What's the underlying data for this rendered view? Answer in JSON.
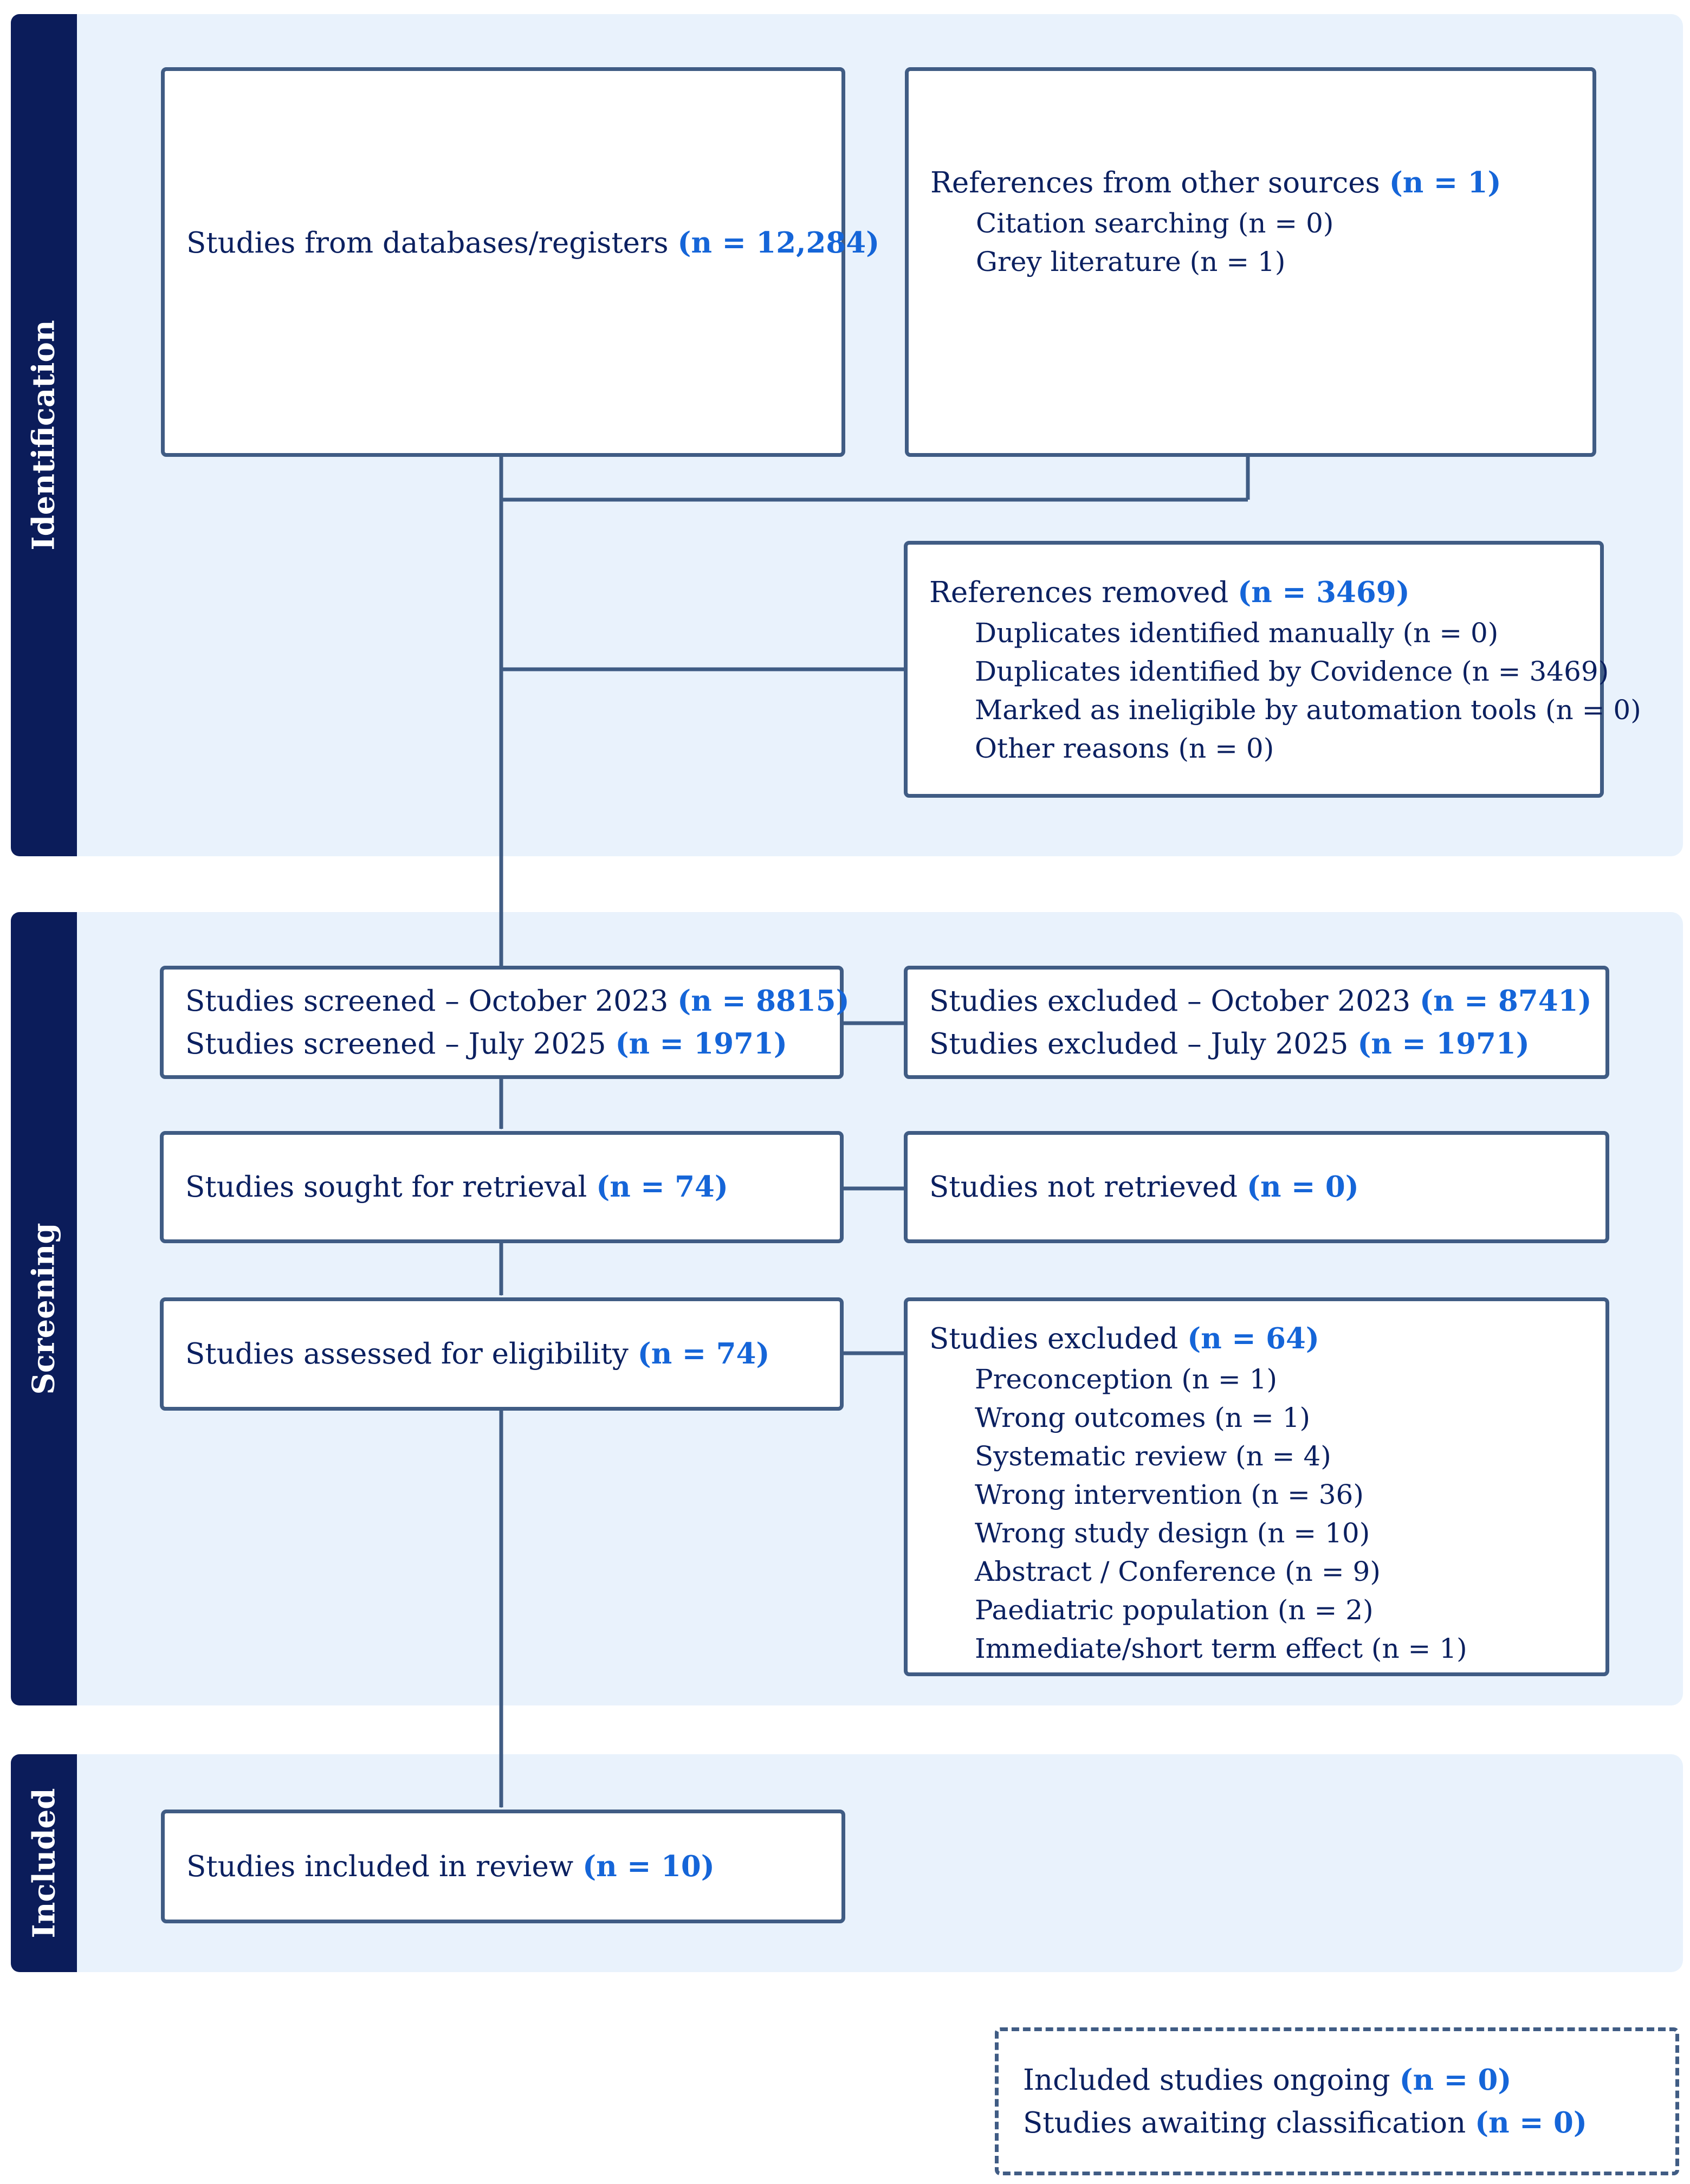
{
  "phases": {
    "identification": "Identification",
    "screening": "Screening",
    "included": "Included"
  },
  "boxes": {
    "databases": {
      "text": "Studies from databases/registers",
      "n": "(n = 12,284)"
    },
    "other_sources": {
      "text": "References from other sources",
      "n": "(n = 1)",
      "items": [
        "Citation searching (n = 0)",
        "Grey literature (n = 1)"
      ]
    },
    "removed": {
      "text": "References removed",
      "n": "(n = 3469)",
      "items": [
        "Duplicates identified manually (n = 0)",
        "Duplicates identified by Covidence (n = 3469)",
        "Marked as ineligible by automation tools (n = 0)",
        "Other reasons (n = 0)"
      ]
    },
    "screened": {
      "line1": "Studies screened – October 2023",
      "n1": "(n = 8815)",
      "line2": "Studies screened – July 2025",
      "n2": "(n = 1971)"
    },
    "excluded_screen": {
      "line1": "Studies excluded – October 2023",
      "n1": "(n = 8741)",
      "line2": "Studies excluded – July 2025",
      "n2": "(n = 1971)"
    },
    "sought": {
      "text": "Studies sought for retrieval",
      "n": "(n = 74)"
    },
    "not_retrieved": {
      "text": "Studies not retrieved",
      "n": "(n = 0)"
    },
    "assessed": {
      "text": "Studies assessed for eligibility",
      "n": "(n = 74)"
    },
    "excluded_full": {
      "text": "Studies excluded",
      "n": "(n = 64)",
      "items": [
        "Preconception (n = 1)",
        "Wrong outcomes (n = 1)",
        "Systematic review (n = 4)",
        "Wrong intervention (n = 36)",
        "Wrong study design (n = 10)",
        "Abstract / Conference (n = 9)",
        "Paediatric population (n = 2)",
        "Immediate/short term effect (n = 1)"
      ]
    },
    "included": {
      "text": "Studies included in review",
      "n": "(n = 10)"
    },
    "ongoing": {
      "line1": "Included studies ongoing",
      "n1": "(n = 0)",
      "line2": "Studies awaiting classification",
      "n2": "(n = 0)"
    }
  },
  "colors": {
    "band_bg": "#e9f2fc",
    "label_bg": "#0b1c5a",
    "border": "#405c84",
    "count_text": "#1565d8",
    "body_text": "#0b2060"
  }
}
